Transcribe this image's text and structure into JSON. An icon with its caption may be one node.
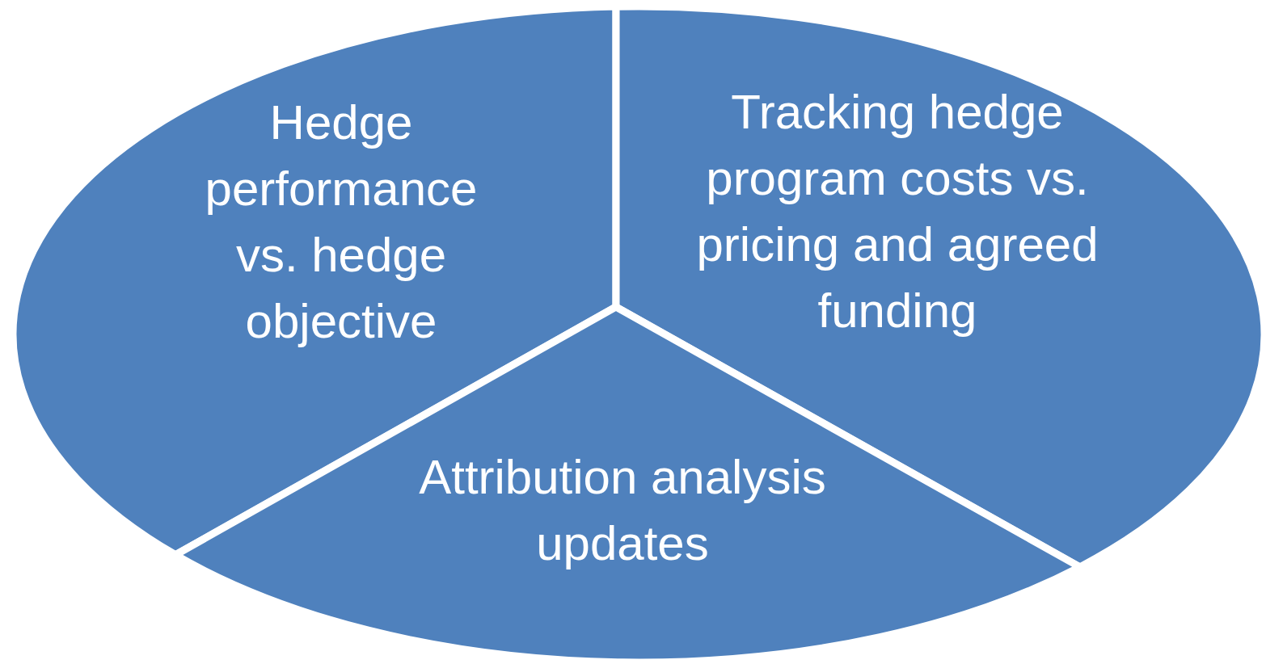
{
  "diagram": {
    "nodes": [
      {
        "text": [
          "Hedge performance vs. hedge objective"
        ]
      },
      {
        "text": [
          "Tracking hedge program costs vs. pricing and agreed funding"
        ]
      },
      {
        "text": [
          "Attribution analysis updates"
        ]
      }
    ]
  }
}
